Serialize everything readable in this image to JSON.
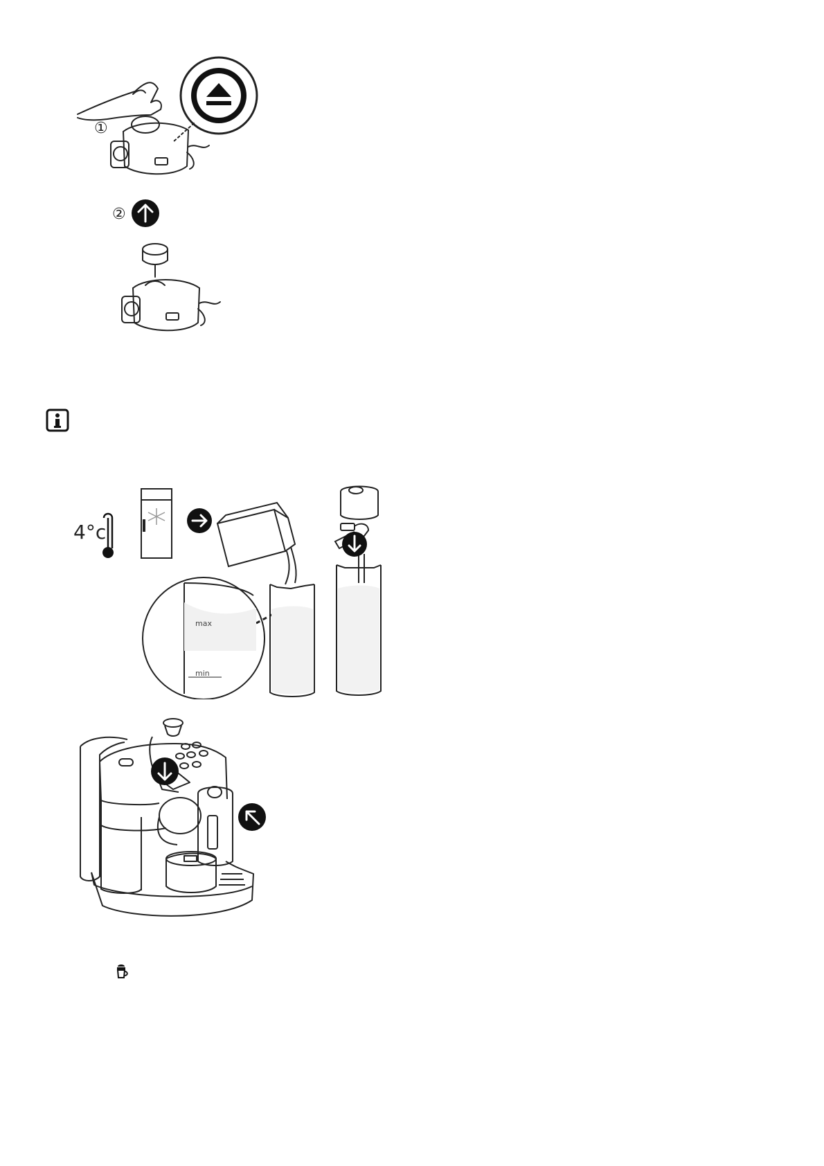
{
  "figure1": {
    "step1": "①",
    "step2": "②",
    "eject_icon": "eject-icon",
    "arrow_icon": "arrow-up-icon"
  },
  "info_icon": "info-icon",
  "figure2": {
    "temperature": "4°c",
    "scale_max": "max",
    "scale_min": "min",
    "icons": [
      "thermometer-icon",
      "fridge-icon",
      "snowflake-icon",
      "arrow-right-icon",
      "milk-carton-icon",
      "arrow-down-icon"
    ]
  },
  "figure3": {
    "icons": [
      "capsule-icon",
      "arrow-down-icon",
      "arrow-up-left-icon",
      "machine-illustration"
    ]
  },
  "cup_icon": "latte-cup-icon",
  "colors": {
    "ink": "#1c1c1c",
    "fill_dark": "#111111",
    "line": "#2a2a2a"
  }
}
